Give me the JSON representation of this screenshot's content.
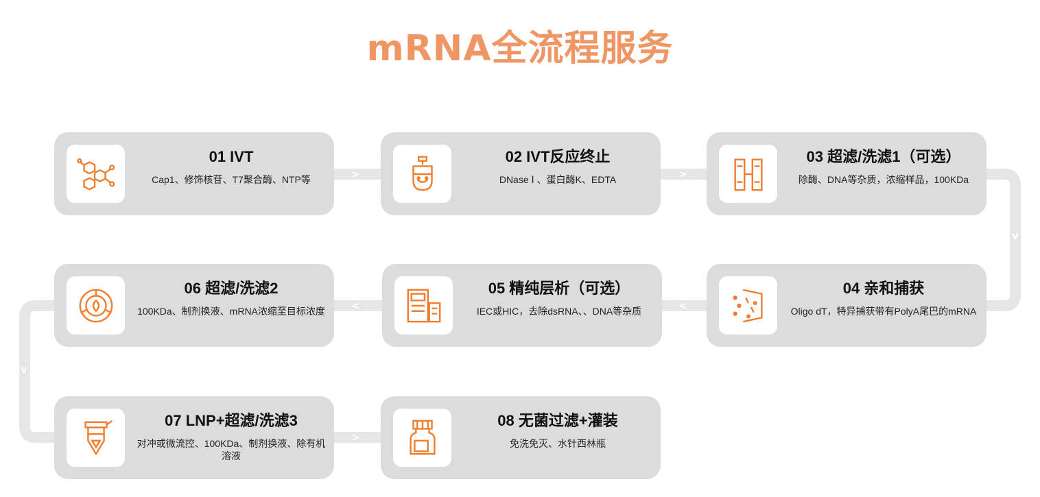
{
  "title": "mRNA全流程服务",
  "colors": {
    "accent": "#ef9664",
    "icon": "#f07e2f",
    "card": "#dcdcdc",
    "connector": "#e6e6e6"
  },
  "steps": [
    {
      "title": "01 IVT",
      "desc": "Cap1、修饰核苷、T7聚合酶、NTP等",
      "icon": "molecule-icon"
    },
    {
      "title": "02 IVT反应终止",
      "desc": "DNase Ⅰ 、蛋白酶K、EDTA",
      "icon": "tube-icon"
    },
    {
      "title": "03 超滤/洗滤1（可选）",
      "desc": "除酶、DNA等杂质，浓缩样品，100KDa",
      "icon": "filter-columns-icon"
    },
    {
      "title": "04 亲和捕获",
      "desc": "Oligo dT，特异捕获带有PolyA尾巴的mRNA",
      "icon": "capture-icon"
    },
    {
      "title": "05 精纯层析（可选）",
      "desc": "IEC或HIC，去除dsRNA、、DNA等杂质",
      "icon": "chromatography-icon"
    },
    {
      "title": "06 超滤/洗滤2",
      "desc": "100KDa、制剂换液、mRNA浓缩至目标浓度",
      "icon": "centrifuge-icon"
    },
    {
      "title": "07 LNP+超滤/洗滤3",
      "desc": "对冲或微流控、100KDa、制剂换液、除有机溶液",
      "icon": "cone-tube-icon"
    },
    {
      "title": "08 无菌过滤+灌装",
      "desc": "免洗免灭、水针西林瓶",
      "icon": "vial-icon"
    }
  ],
  "arrows": [
    ">",
    ">",
    "v",
    "<",
    "<",
    "v",
    ">"
  ]
}
